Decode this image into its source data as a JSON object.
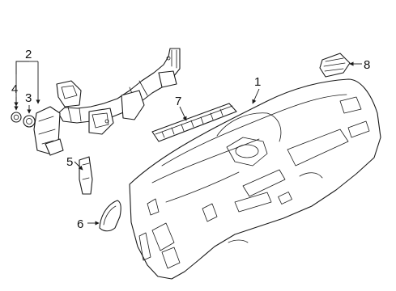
{
  "callouts": [
    {
      "id": "c1",
      "label": "1"
    },
    {
      "id": "c2",
      "label": "2"
    },
    {
      "id": "c3",
      "label": "3"
    },
    {
      "id": "c4",
      "label": "4"
    },
    {
      "id": "c5",
      "label": "5"
    },
    {
      "id": "c6",
      "label": "6"
    },
    {
      "id": "c7",
      "label": "7"
    },
    {
      "id": "c8",
      "label": "8"
    }
  ],
  "colors": {
    "line": "#1a1a1a",
    "background": "#ffffff"
  }
}
